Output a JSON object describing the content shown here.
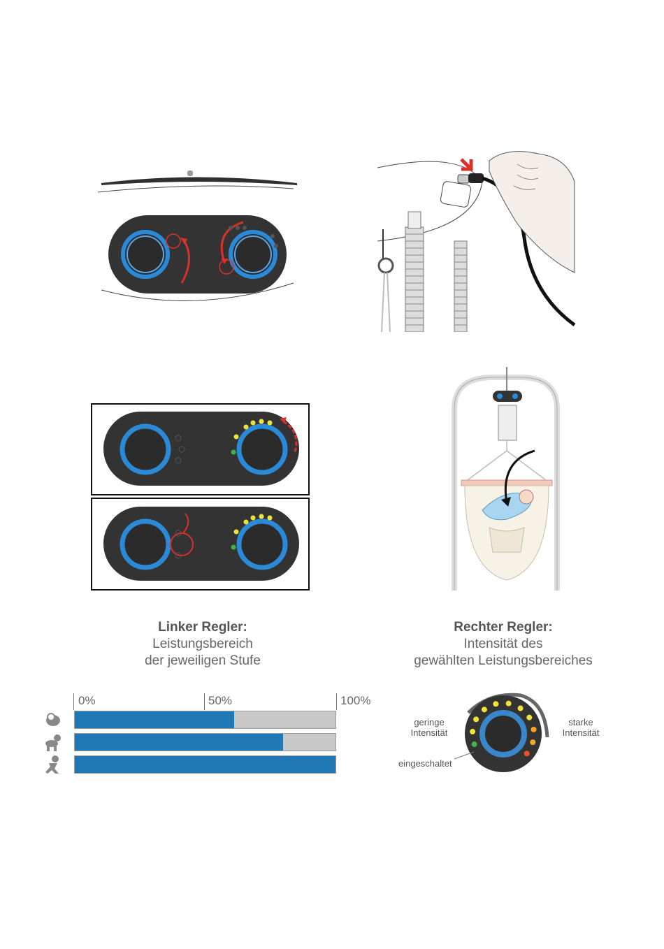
{
  "left_caption": {
    "title": "Linker Regler:",
    "line1": "Leistungsbereich",
    "line2": "der jeweiligen Stufe"
  },
  "right_caption": {
    "title": "Rechter Regler:",
    "line1": "Intensität des",
    "line2": "gewählten Leistungsbereiches"
  },
  "range_chart": {
    "ticks": [
      "0%",
      "50%",
      "100%"
    ],
    "bars": [
      {
        "icon": "newborn-icon",
        "value": 61
      },
      {
        "icon": "crawling-baby-icon",
        "value": 80
      },
      {
        "icon": "active-child-icon",
        "value": 100
      }
    ]
  },
  "intensity_dial": {
    "low_line1": "geringe",
    "low_line2": "Intensität",
    "high_line1": "starke",
    "high_line2": "Intensität",
    "on_label": "eingeschaltet",
    "colors": {
      "ring": "#3a86c8",
      "on": "#3cb44b",
      "low": "#f2e33a",
      "mid": "#f5a623",
      "high": "#e8532c"
    }
  },
  "colors": {
    "bar": "#1f77b4",
    "bar_bg": "#c8c8c8",
    "panel": "#333333",
    "knob": "#2b8ad8",
    "arrow": "#d9302a"
  }
}
